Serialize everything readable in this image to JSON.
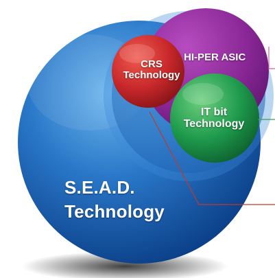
{
  "diagram": {
    "sead": {
      "line1": "S.E.A.D.",
      "line2": "Technology"
    },
    "hiper": {
      "label": "HI-PER ASIC"
    },
    "crs": {
      "line1": "CRS",
      "line2": "Technology"
    },
    "itbit": {
      "line1": "IT bit",
      "line2": "Technology"
    }
  },
  "colors": {
    "sead_light": "#5aa9e6",
    "sead_dark": "#0a3d86",
    "inner_ring": "#2f7fd0",
    "hiper": "#8f2d9c",
    "crs": "#c8282b",
    "itbit": "#1e9a4c",
    "leader_red": "#c0392b",
    "leader_green": "#3aa35c",
    "leader_pink": "#d65ea8"
  }
}
